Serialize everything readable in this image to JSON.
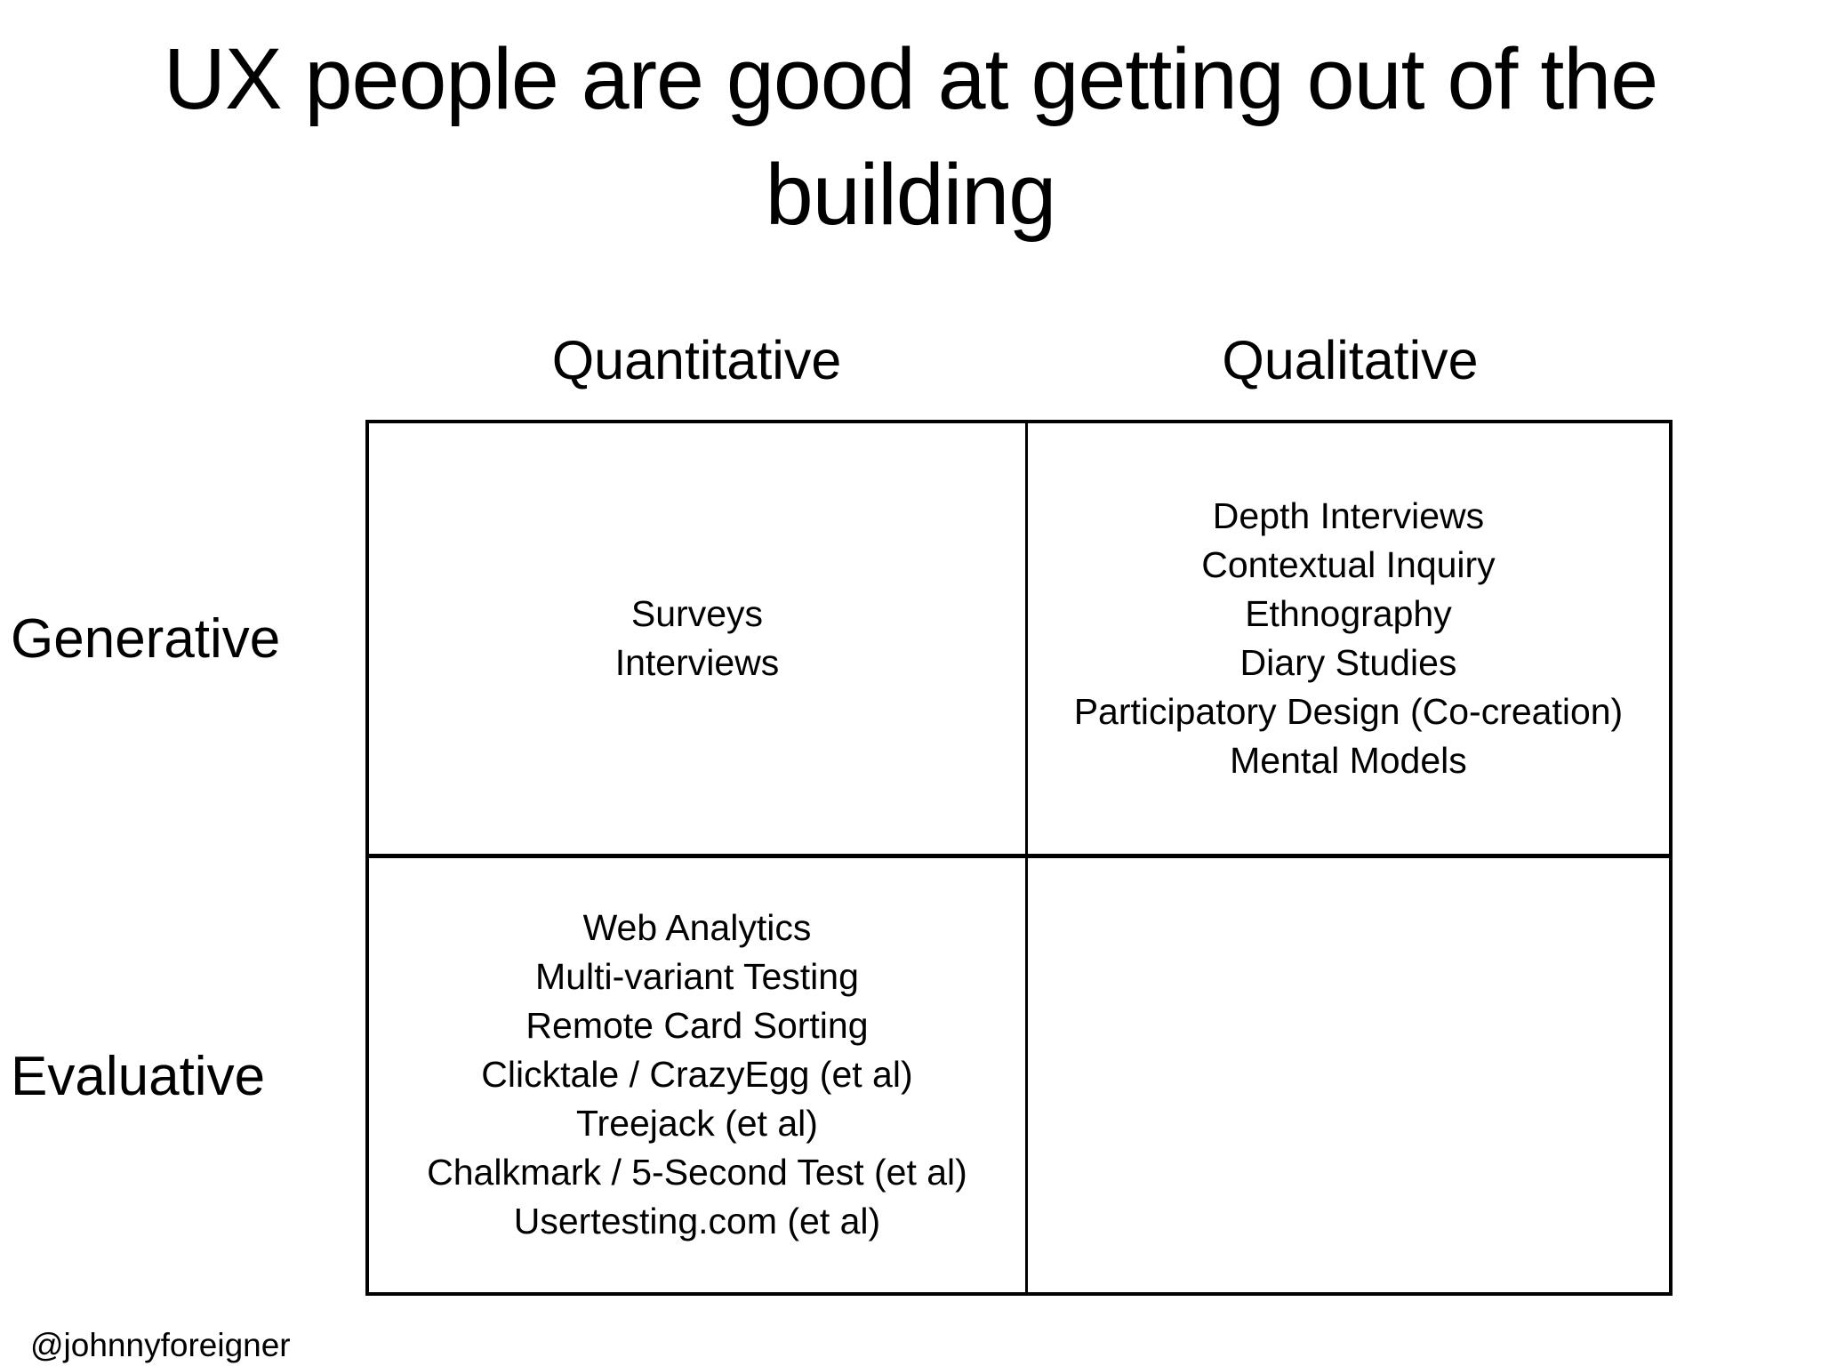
{
  "slide": {
    "title": "UX people are good at getting out of the building",
    "title_lines": [
      "UX people are good at getting out of the",
      "building"
    ],
    "watermark": "@johnnyforeigner"
  },
  "matrix": {
    "column_headers": [
      "Quantitative",
      "Qualitative"
    ],
    "row_labels": [
      "Generative",
      "Evaluative"
    ],
    "cells": {
      "generative_quantitative": [
        "Surveys",
        "Interviews"
      ],
      "generative_qualitative": [
        "Depth Interviews",
        "Contextual Inquiry",
        "Ethnography",
        "Diary Studies",
        "Participatory Design (Co-creation)",
        "Mental Models"
      ],
      "evaluative_quantitative": [
        "Web Analytics",
        "Multi-variant Testing",
        "Remote Card Sorting",
        "Clicktale / CrazyEgg (et al)",
        "Treejack (et al)",
        "Chalkmark / 5-Second Test (et al)",
        "Usertesting.com (et al)"
      ],
      "evaluative_qualitative": []
    }
  },
  "colors": {
    "background": "#ffffff",
    "text": "#000000",
    "border": "#000000"
  }
}
